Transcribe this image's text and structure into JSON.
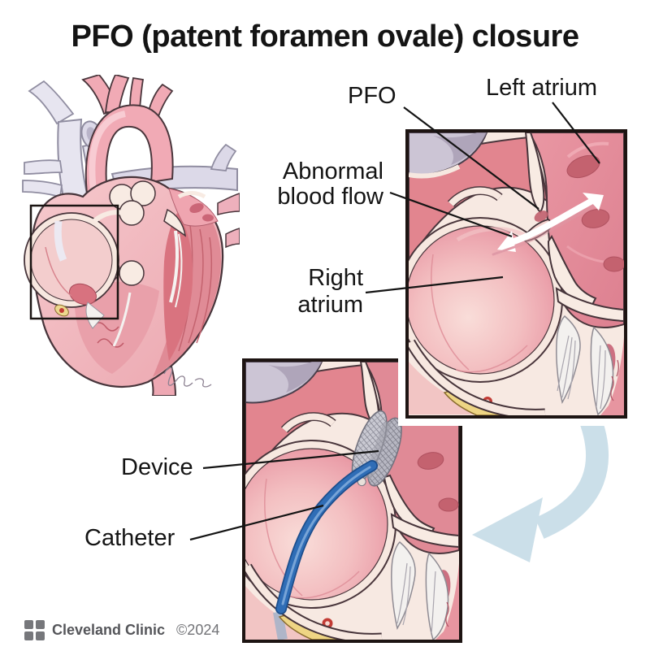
{
  "title": "PFO (patent foramen ovale) closure",
  "annotations": {
    "pfo": "PFO",
    "left_atrium": "Left atrium",
    "abnormal_blood_flow": [
      "Abnormal",
      "blood flow"
    ],
    "right_atrium": [
      "Right",
      "atrium"
    ],
    "device": "Device",
    "catheter": "Catheter"
  },
  "footer": {
    "brand": "Cleveland Clinic",
    "copyright": "©2024"
  },
  "icons": {
    "flow_arrow": "double-headed-curved-arrow",
    "panel_transition_arrow": "curved-arrow-down-left",
    "logo_mark": "cleveland-clinic-square-cross",
    "inset_region": "zoom-region-rectangle",
    "signature": "artist-signature"
  },
  "colors": {
    "label_text": "#141414",
    "leader_line": "#141414",
    "panel_border": "#1d1412",
    "flow_arrow": "#ffffff",
    "transition_arrow": "#cbdfe9",
    "catheter": "#2f6db6",
    "device_mesh": "#c0c0cb",
    "footer_text": "#55565a"
  }
}
